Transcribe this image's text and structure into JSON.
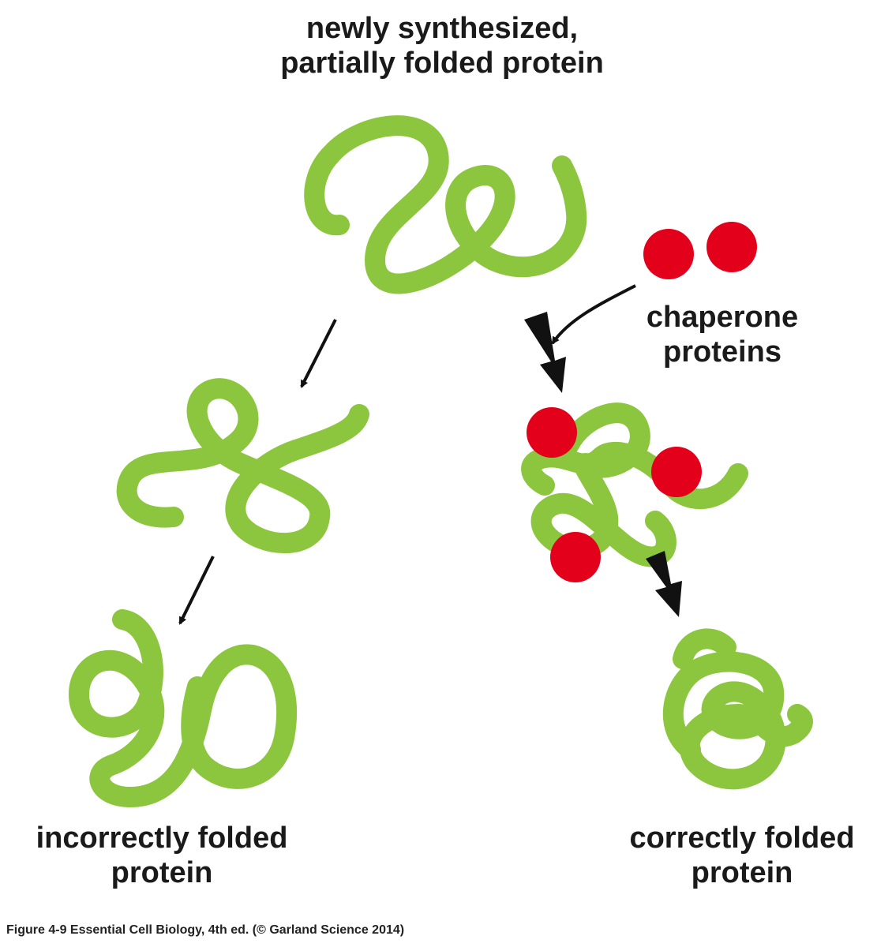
{
  "labels": {
    "top_line1": "newly synthesized,",
    "top_line2": "partially folded protein",
    "chaperone_line1": "chaperone",
    "chaperone_line2": "proteins",
    "incorrect_line1": "incorrectly folded",
    "incorrect_line2": "protein",
    "correct_line1": "correctly folded",
    "correct_line2": "protein"
  },
  "caption": "Figure 4-9  Essential Cell Biology, 4th ed. (© Garland Science 2014)",
  "colors": {
    "protein": "#8cc63f",
    "chaperone": "#e3001b",
    "arrow": "#111111"
  }
}
